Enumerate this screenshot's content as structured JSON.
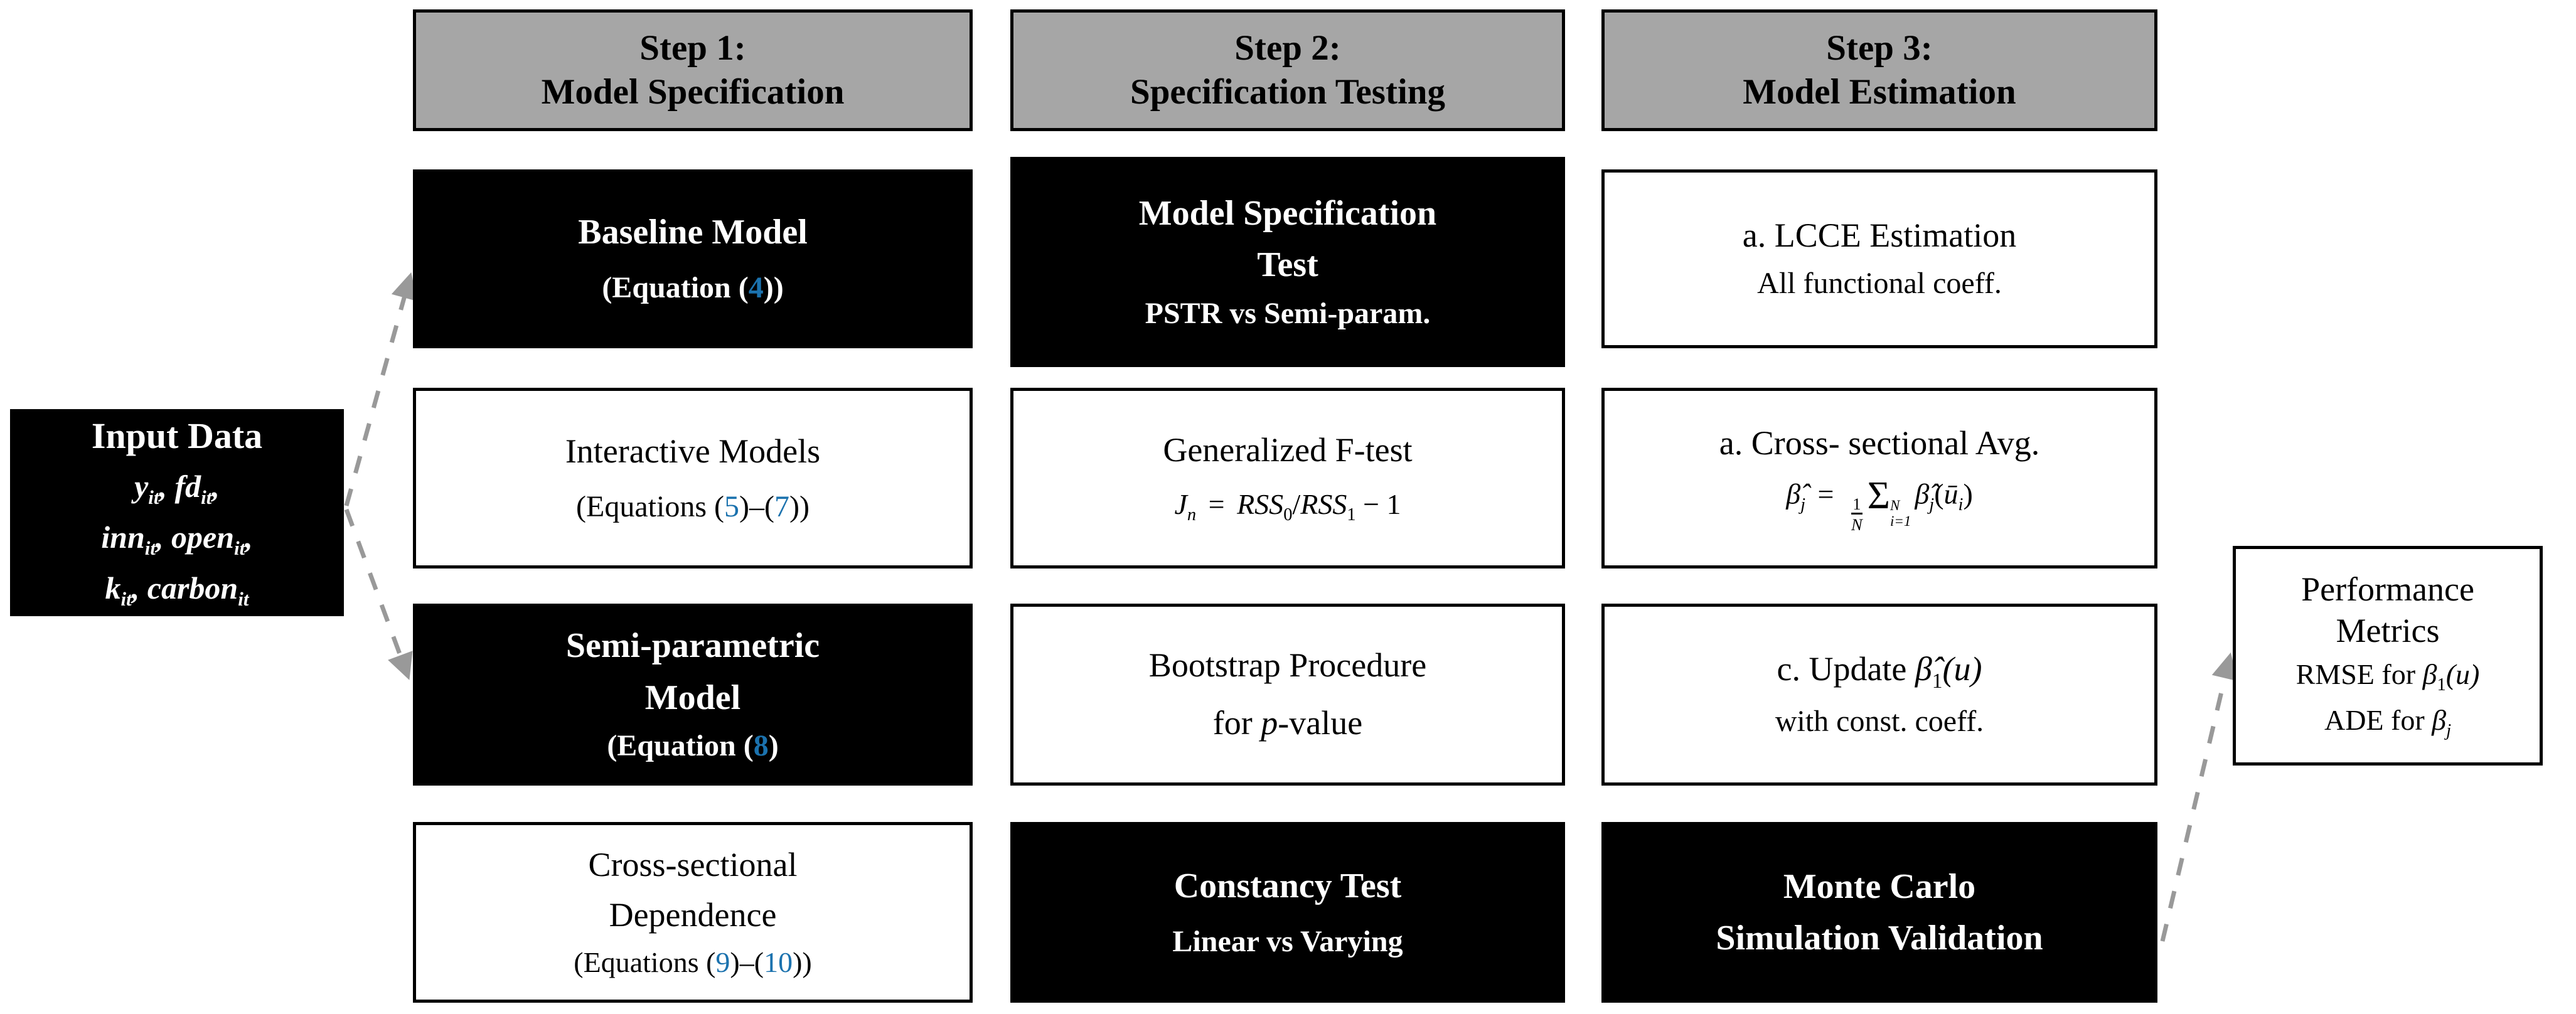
{
  "palette": {
    "header_gray": "#a6a6a6",
    "box_black": "#000000",
    "box_white": "#ffffff",
    "equation_link_blue": "#1b72ae",
    "arrow_gray": "#999999"
  },
  "input_box": {
    "title": "Input Data",
    "line1": {
      "a": "y",
      "as": "it",
      "b": ", fd",
      "bs": "it",
      "c": ","
    },
    "line2": {
      "a": "inn",
      "as": "it",
      "b": ", open",
      "bs": "it",
      "c": ","
    },
    "line3": {
      "a": "k",
      "as": "it",
      "b": ", carbon",
      "bs": "it"
    }
  },
  "step1": {
    "header": {
      "line1": "Step 1:",
      "line2": "Model Specification"
    },
    "baseline": {
      "title": "Baseline Model",
      "eq_pre": "(Equation (",
      "eq_num": "4",
      "eq_post": "))"
    },
    "interactive": {
      "title": "Interactive Models",
      "eq_pre": "(Equations (",
      "eq_num1": "5",
      "eq_mid": ")–(",
      "eq_num2": "7",
      "eq_post": "))"
    },
    "semiparametric": {
      "title_line1": "Semi-parametric",
      "title_line2": "Model",
      "eq_pre": "(Equation (",
      "eq_num": "8",
      "eq_post": ")"
    },
    "crossdep": {
      "title_line1": "Cross-sectional",
      "title_line2": "Dependence",
      "eq_pre": "(Equations (",
      "eq_num1": "9",
      "eq_mid": ")–(",
      "eq_num2": "10",
      "eq_post": "))"
    }
  },
  "step2": {
    "header": {
      "line1": "Step 2:",
      "line2": "Specification Testing"
    },
    "spec_test": {
      "line1": "Model Specification",
      "line2": "Test",
      "line3": "PSTR vs Semi-param."
    },
    "ftest": {
      "title": "Generalized F-test",
      "formula": {
        "a": "J",
        "as": "n",
        "eq": " = ",
        "b": "RSS",
        "bs": "0",
        "slash": "/",
        "c": "RSS",
        "cs": "1",
        "tail": " − 1"
      }
    },
    "bootstrap": {
      "title": "Bootstrap Procedure",
      "line2_pre": "for ",
      "line2_p": "p",
      "line2_post": "-value"
    },
    "constancy": {
      "line1": "Constancy Test",
      "line2": "Linear vs Varying"
    }
  },
  "step3": {
    "header": {
      "line1": "Step 3:",
      "line2": "Model Estimation"
    },
    "lcce": {
      "line1": "a. LCCE Estimation",
      "line2": "All functional coeff."
    },
    "csavg": {
      "line1": "a. Cross- sectional Avg.",
      "formula": {
        "beta1": "β̂",
        "beta1s": "j",
        "eq": " = ",
        "num": "1",
        "den": "N",
        "sigma": "Σ",
        "lim_sup": "N",
        "lim_sub": "i=1",
        "beta2": "β̂",
        "beta2s": "j",
        "open": "(",
        "u": "ū",
        "us": "i",
        "close": ")"
      }
    },
    "update": {
      "line1_pre": "c. Update ",
      "line1_beta": "β̂",
      "line1_bs": "1",
      "line1_post": "(u)",
      "line2": "with const. coeff."
    },
    "montecarlo": {
      "line1": "Monte Carlo",
      "line2": "Simulation Validation"
    }
  },
  "performance": {
    "line1": "Performance",
    "line2": "Metrics",
    "rmse_pre": "RMSE for ",
    "rmse_beta": "β",
    "rmse_bs": "1",
    "rmse_post": "(u)",
    "ade_pre": "ADE for ",
    "ade_beta": "β",
    "ade_bs": "j"
  }
}
